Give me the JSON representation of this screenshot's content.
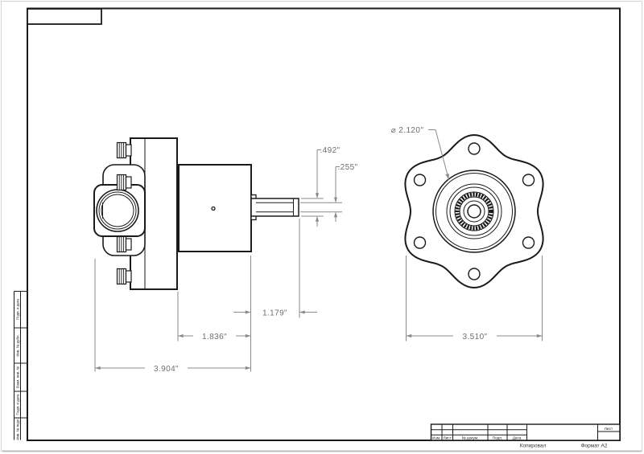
{
  "dimensions": {
    "pilot_diameter": "⌀ 2.120\"",
    "shaft_major_diameter": ".492\"",
    "shaft_minor_diameter": ".255\"",
    "shaft_length": "1.179\"",
    "body_length": "1.836\"",
    "overall_length": "3.904\"",
    "flange_width": "3.510\""
  },
  "title_block": {
    "columns": [
      "Изм.",
      "Лист",
      "№ докум.",
      "Подп.",
      "Дата"
    ],
    "sheet_label": "Лист",
    "copied_label": "Копировал",
    "format_label": "Формат А2"
  },
  "margin_cells": [
    "Подп. и дата",
    "Инв. № дубл.",
    "Взам. инв. №",
    "Подп. и дата",
    "Инв. № подл."
  ],
  "colors": {
    "part_line": "#1a1a1a",
    "dimension_line": "#8a8a8a",
    "dimension_text": "#6e6e6e"
  }
}
